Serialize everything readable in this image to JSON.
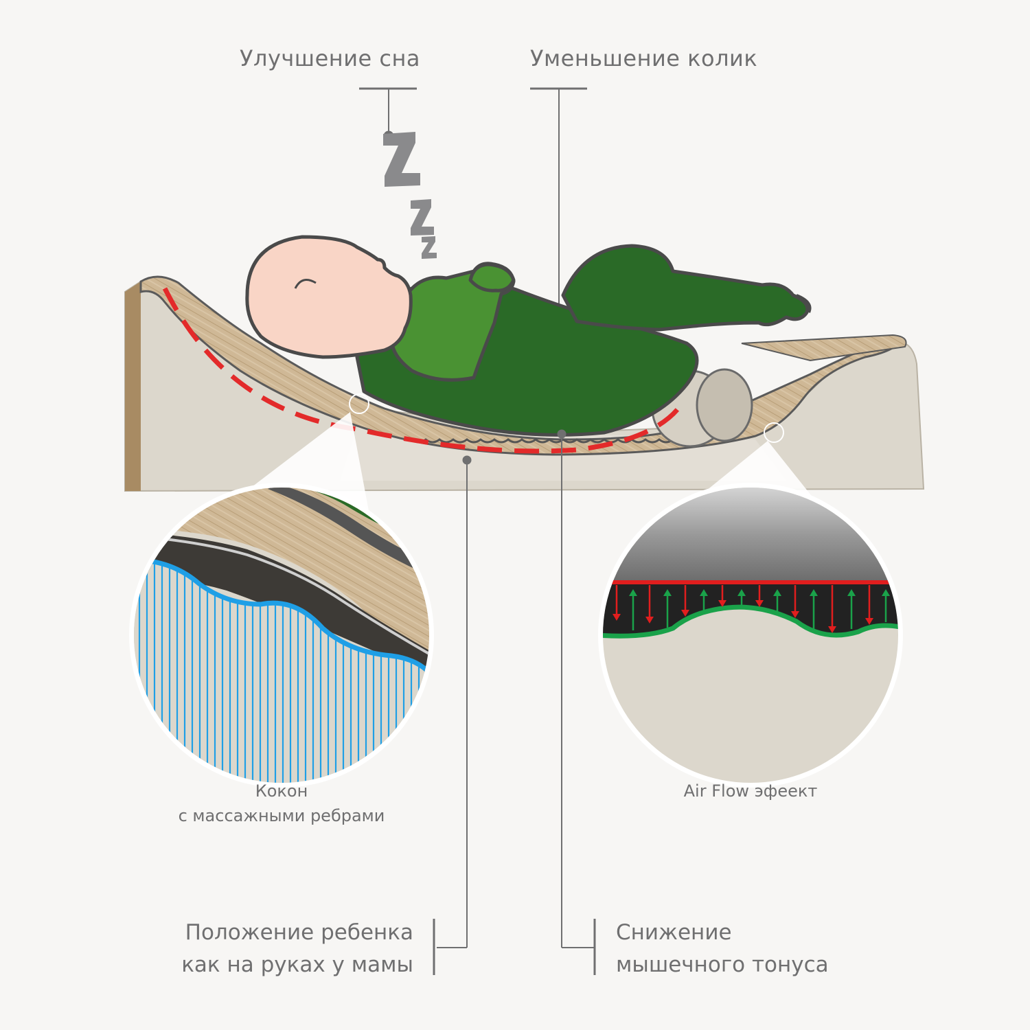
{
  "labels": {
    "sleep": "Улучшение сна",
    "colic": "Уменьшение колик",
    "cocoon_line1": "Кокон",
    "cocoon_line2": "с массажными ребрами",
    "airflow": "Air Flow эфеект",
    "position_line1": "Положение ребенка",
    "position_line2": "как на руках у мамы",
    "muscle_line1": "Снижение",
    "muscle_line2": "мышечного тонуса"
  },
  "colors": {
    "background": "#f7f6f4",
    "text": "#6f6f70",
    "mattress_cream": "#dcd7cc",
    "fabric_tan": "#c9b28f",
    "baby_skin": "#f9d5c6",
    "body_green": "#2a6a27",
    "limb_green": "#4a9233",
    "outline": "#4a4a4a",
    "curve_red": "#e32a2a",
    "ribs_blue": "#1f9fe6",
    "arrow_green": "#1aa24a",
    "arrow_red": "#e11e1e"
  },
  "icons": {
    "sleep_symbol": "zzz-icon"
  }
}
